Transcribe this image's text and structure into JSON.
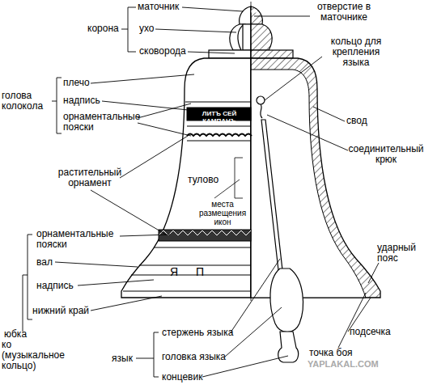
{
  "diagram": {
    "labels": [
      "маточник",
      "корона",
      "ухо",
      "сковорода",
      "отверстие в маточнике",
      "кольцо для крепления языка",
      "плечо",
      "надпись",
      "голова колокола",
      "орнаментальные пояски",
      "ЛИТЪ СЕЙ КАМПАНЪ",
      "свод",
      "соединительный крюк",
      "растительный орнамент",
      "тулово",
      "места размещения икон",
      "орнаментальные пояски",
      "вал",
      "Я",
      "П",
      "надпись",
      "ударный пояс",
      "нижний край",
      "юбка",
      "ко (музыкальное кольцо)",
      "подсечка",
      "стержень языка",
      "язык",
      "головка языка",
      "точка боя",
      "YAPLAKAL.COM",
      "концевик"
    ]
  }
}
